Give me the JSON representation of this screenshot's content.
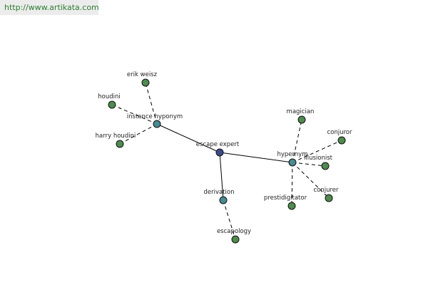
{
  "watermark": {
    "url": "http://www.artikata.com",
    "color": "#2e7d32"
  },
  "colors": {
    "root": "#3a4a8c",
    "relation": "#4a8a92",
    "leaf": "#4f8a4f",
    "edge": "#000000"
  },
  "nodes": [
    {
      "id": "root",
      "label": "escape expert",
      "kind": "root",
      "name": "node-escape-expert"
    },
    {
      "id": "instance_hyponym",
      "label": "instance hyponym",
      "kind": "relation",
      "name": "node-instance-hyponym"
    },
    {
      "id": "hypernym",
      "label": "hypernym",
      "kind": "relation",
      "name": "node-hypernym"
    },
    {
      "id": "derivation",
      "label": "derivation",
      "kind": "relation",
      "name": "node-derivation"
    },
    {
      "id": "erik_weisz",
      "label": "erik weisz",
      "kind": "leaf",
      "name": "node-erik-weisz"
    },
    {
      "id": "houdini",
      "label": "houdini",
      "kind": "leaf",
      "name": "node-houdini"
    },
    {
      "id": "harry_houdini",
      "label": "harry houdini",
      "kind": "leaf",
      "name": "node-harry-houdini"
    },
    {
      "id": "magician",
      "label": "magician",
      "kind": "leaf",
      "name": "node-magician"
    },
    {
      "id": "conjuror",
      "label": "conjuror",
      "kind": "leaf",
      "name": "node-conjuror"
    },
    {
      "id": "illusionist",
      "label": "illusionist",
      "kind": "leaf",
      "name": "node-illusionist"
    },
    {
      "id": "conjurer",
      "label": "conjurer",
      "kind": "leaf",
      "name": "node-conjurer"
    },
    {
      "id": "prestidigitator",
      "label": "prestidigitator",
      "kind": "leaf",
      "name": "node-prestidigitator"
    },
    {
      "id": "escapology",
      "label": "escapology",
      "kind": "leaf",
      "name": "node-escapology"
    }
  ],
  "edges": [
    {
      "from": "root",
      "to": "instance_hyponym",
      "style": "solid"
    },
    {
      "from": "root",
      "to": "hypernym",
      "style": "solid"
    },
    {
      "from": "root",
      "to": "derivation",
      "style": "solid"
    },
    {
      "from": "instance_hyponym",
      "to": "erik_weisz",
      "style": "dashed"
    },
    {
      "from": "instance_hyponym",
      "to": "houdini",
      "style": "dashed"
    },
    {
      "from": "instance_hyponym",
      "to": "harry_houdini",
      "style": "dashed"
    },
    {
      "from": "hypernym",
      "to": "magician",
      "style": "dashed"
    },
    {
      "from": "hypernym",
      "to": "conjuror",
      "style": "dashed"
    },
    {
      "from": "hypernym",
      "to": "illusionist",
      "style": "dashed"
    },
    {
      "from": "hypernym",
      "to": "conjurer",
      "style": "dashed"
    },
    {
      "from": "hypernym",
      "to": "prestidigitator",
      "style": "dashed"
    },
    {
      "from": "derivation",
      "to": "escapology",
      "style": "dashed"
    }
  ]
}
